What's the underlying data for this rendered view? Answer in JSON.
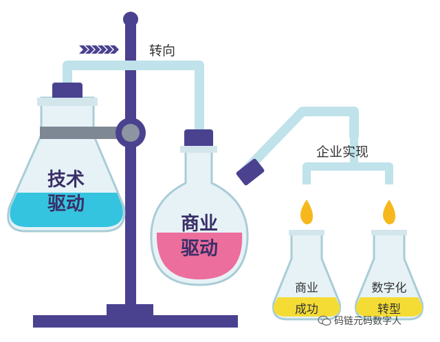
{
  "labels": {
    "turn": "转向",
    "enterprise": "企业实现",
    "tech_line1": "技术",
    "tech_line2": "驱动",
    "biz_line1": "商业",
    "biz_line2": "驱动",
    "commerce_top": "商业",
    "commerce_bottom": "成功",
    "digital_top": "数字化",
    "digital_bottom": "转型"
  },
  "watermark": "码链元码数字人",
  "colors": {
    "stand": "#4a418f",
    "glass": "#e6f2f6",
    "glass_outline": "#a9ccd6",
    "tube": "#bfe2eb",
    "cyan_liquid": "#35c4df",
    "pink_liquid": "#ec6e9c",
    "yellow_liquid": "#f4dc35",
    "flame": "#f6b81c",
    "arrow": "#4a418f"
  }
}
